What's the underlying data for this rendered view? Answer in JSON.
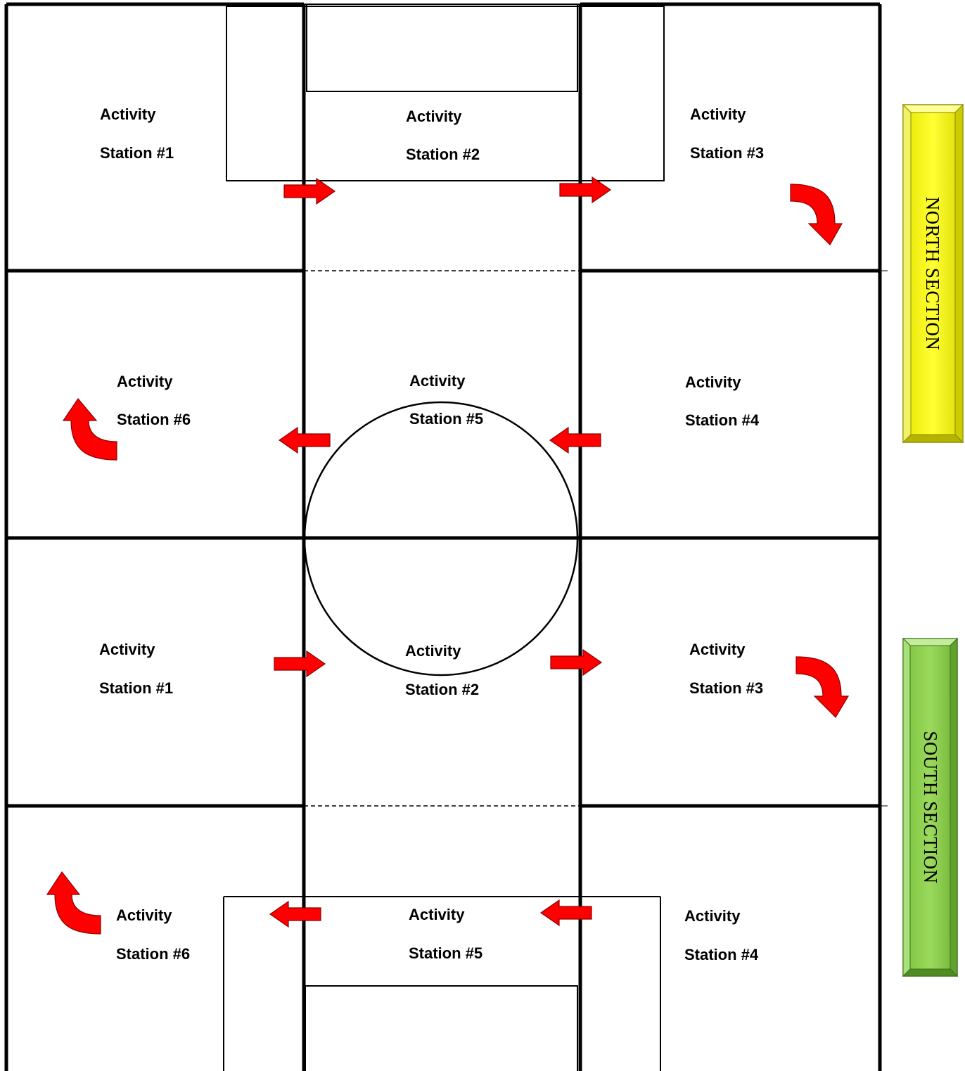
{
  "north": {
    "banner": "NORTH SECTION",
    "banner_color": "#ffff00",
    "stations": [
      {
        "line1": "Activity",
        "line2": "Station #1"
      },
      {
        "line1": "Activity",
        "line2": "Station #2"
      },
      {
        "line1": "Activity",
        "line2": "Station #3"
      },
      {
        "line1": "Activity",
        "line2": "Station #4"
      },
      {
        "line1": "Activity",
        "line2": "Station #5"
      },
      {
        "line1": "Activity",
        "line2": "Station #6"
      }
    ]
  },
  "south": {
    "banner": "SOUTH SECTION",
    "banner_color": "#92d050",
    "stations": [
      {
        "line1": "Activity",
        "line2": "Station #1"
      },
      {
        "line1": "Activity",
        "line2": "Station #2"
      },
      {
        "line1": "Activity",
        "line2": "Station #3"
      },
      {
        "line1": "Activity",
        "line2": "Station #4"
      },
      {
        "line1": "Activity",
        "line2": "Station #5"
      },
      {
        "line1": "Activity",
        "line2": "Station #6"
      }
    ]
  },
  "arrow_color": "#ff0000"
}
